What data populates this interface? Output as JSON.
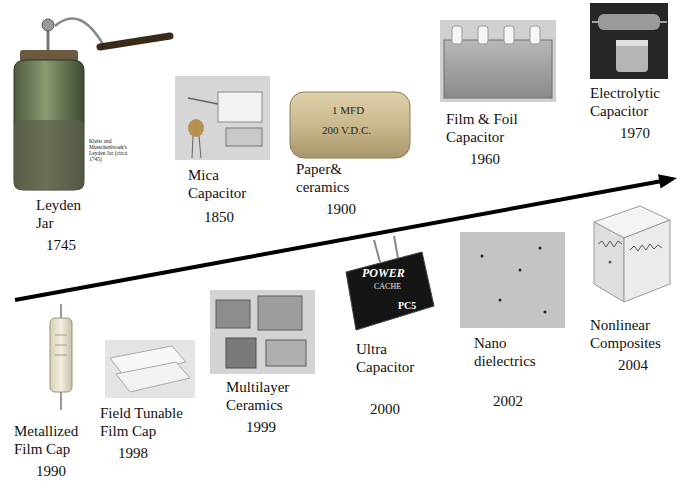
{
  "diagram": {
    "labels": [
      "Kleist and Musschenbroek's Leyden Jar (circa 1745)",
      "Leyden Jar",
      "1745",
      "Mica Capacitor",
      "1850",
      "1 MFD",
      "200 V.D.C.",
      "Paper& ceramics",
      "1900",
      "Film & Foil Capacitor",
      "1960",
      "Electrolytic Capacitor",
      "1970",
      "Metallized Film Cap",
      "1990",
      "Field Tunable Film Cap",
      "1998",
      "Multilayer Ceramics",
      "1999",
      "POWER",
      "CACHE",
      "PC5",
      "Ultra Capacitor",
      "2000",
      "Nano dielectrics",
      "2002",
      "Nonlinear Composites",
      "2004"
    ]
  }
}
